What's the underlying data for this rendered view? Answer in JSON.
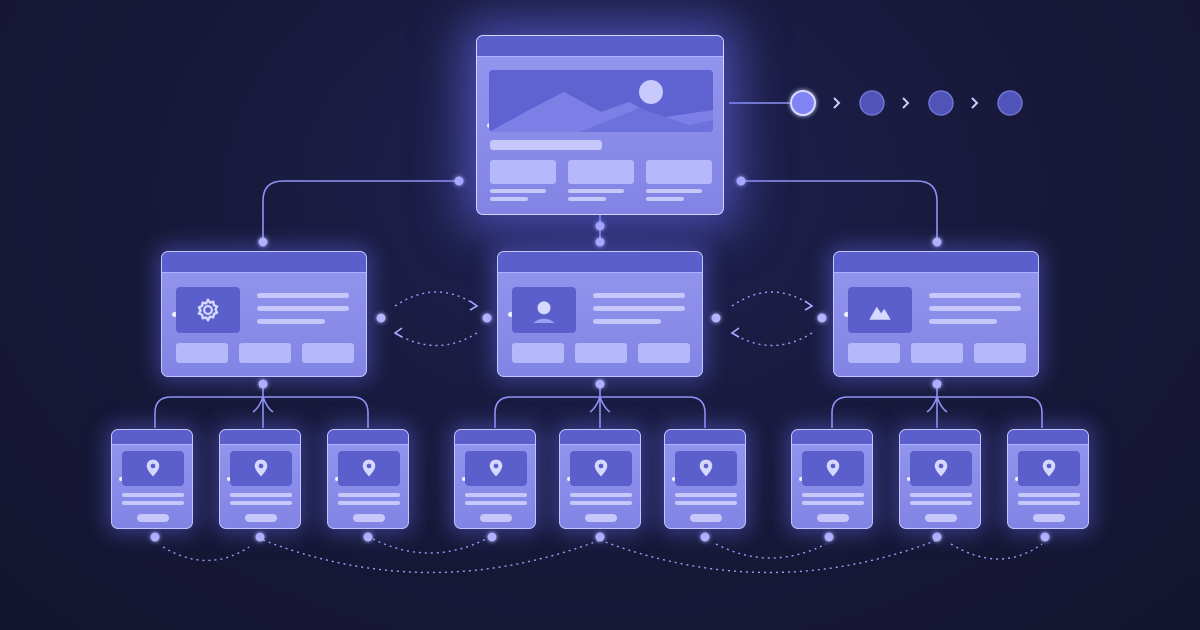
{
  "diagram": {
    "accent": "#7b7ff0",
    "background": "#161735",
    "glow": "#6e73ff",
    "root": {
      "role": "home-page",
      "icon": "landscape-icon"
    },
    "mid_pages": [
      {
        "role": "settings-page",
        "icon": "gear-icon"
      },
      {
        "role": "profile-page",
        "icon": "user-icon"
      },
      {
        "role": "gallery-page",
        "icon": "mountain-icon"
      }
    ],
    "leaf_icon": "location-pin-icon",
    "leaf_count": 9,
    "progress_steps": 4,
    "progress_active_step": 1
  }
}
